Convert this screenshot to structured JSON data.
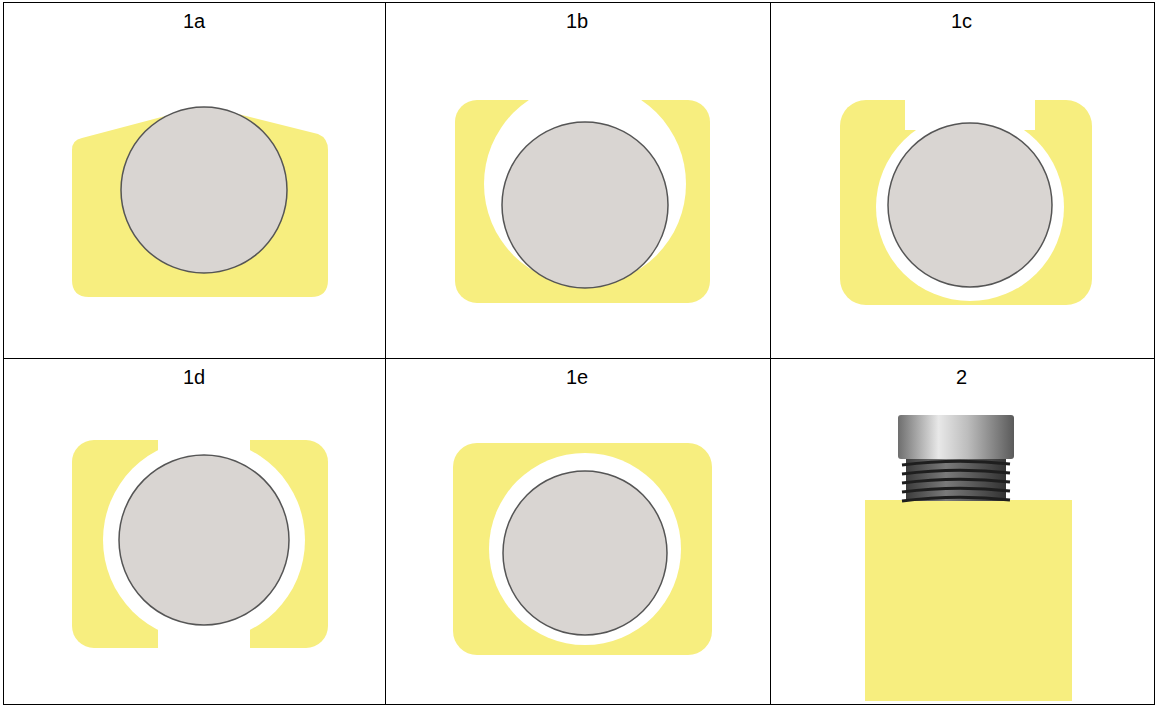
{
  "diagram": {
    "labels": [
      "1a",
      "1b",
      "1c",
      "1d",
      "1e",
      "2"
    ]
  }
}
